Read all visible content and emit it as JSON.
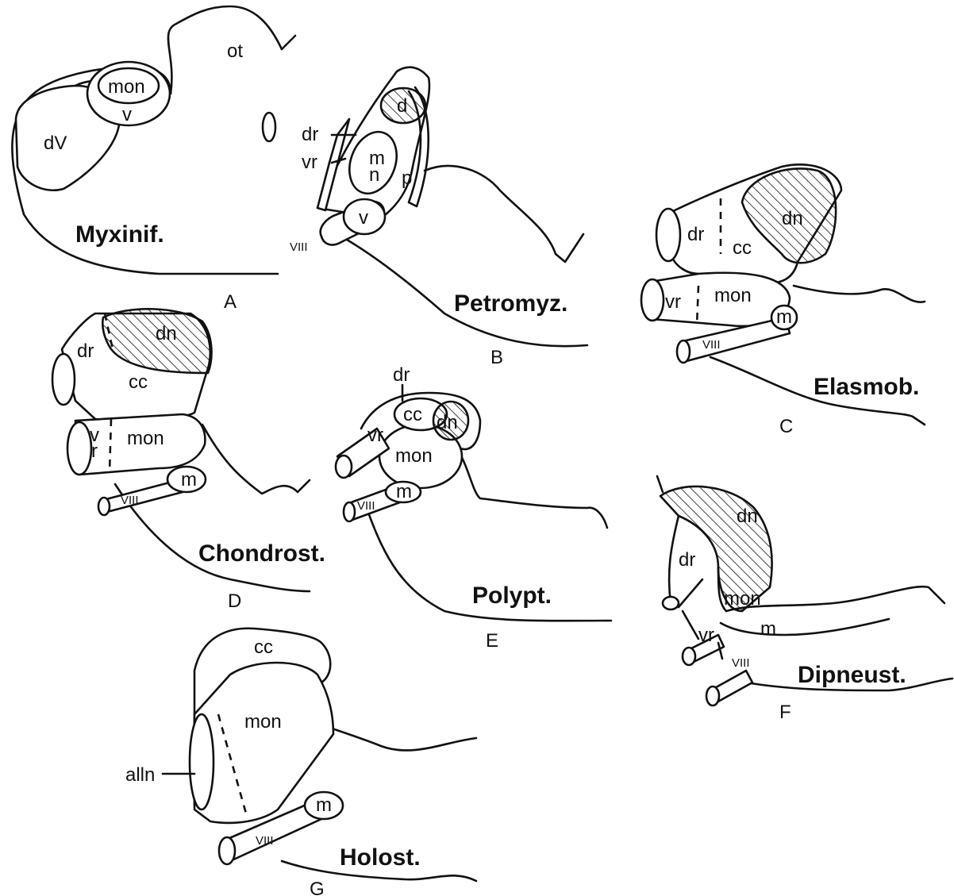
{
  "panels": {
    "A": {
      "letter": "A",
      "taxon": "Myxinif.",
      "labels": {
        "ot": "ot",
        "mon": "mon",
        "v": "v",
        "dV": "dV"
      }
    },
    "B": {
      "letter": "B",
      "taxon": "Petromyz.",
      "labels": {
        "d": "d",
        "dr": "dr",
        "vr": "vr",
        "m": "m",
        "n": "n",
        "p": "p",
        "v": "v",
        "viii": "VIII"
      }
    },
    "C": {
      "letter": "C",
      "taxon": "Elasmob.",
      "labels": {
        "dr": "dr",
        "dn": "dn",
        "cc": "cc",
        "vr": "vr",
        "mon": "mon",
        "m": "m",
        "viii": "VIII"
      }
    },
    "D": {
      "letter": "D",
      "taxon": "Chondrost.",
      "labels": {
        "dr": "dr",
        "dn": "dn",
        "cc": "cc",
        "v": "v",
        "r": "r",
        "mon": "mon",
        "m": "m",
        "viii": "VIII"
      }
    },
    "E": {
      "letter": "E",
      "taxon": "Polypt.",
      "labels": {
        "dr": "dr",
        "cc": "cc",
        "dn": "dn",
        "vr": "vr",
        "mon": "mon",
        "m": "m",
        "viii": "VIII"
      }
    },
    "F": {
      "letter": "F",
      "taxon": "Dipneust.",
      "labels": {
        "dn": "dn",
        "dr": "dr",
        "mon": "mon",
        "m": "m",
        "vr": "vr",
        "viii": "VIII"
      }
    },
    "G": {
      "letter": "G",
      "taxon": "Holost.",
      "labels": {
        "cc": "cc",
        "mon": "mon",
        "m": "m",
        "alln": "alln",
        "viii": "VIII"
      }
    }
  }
}
